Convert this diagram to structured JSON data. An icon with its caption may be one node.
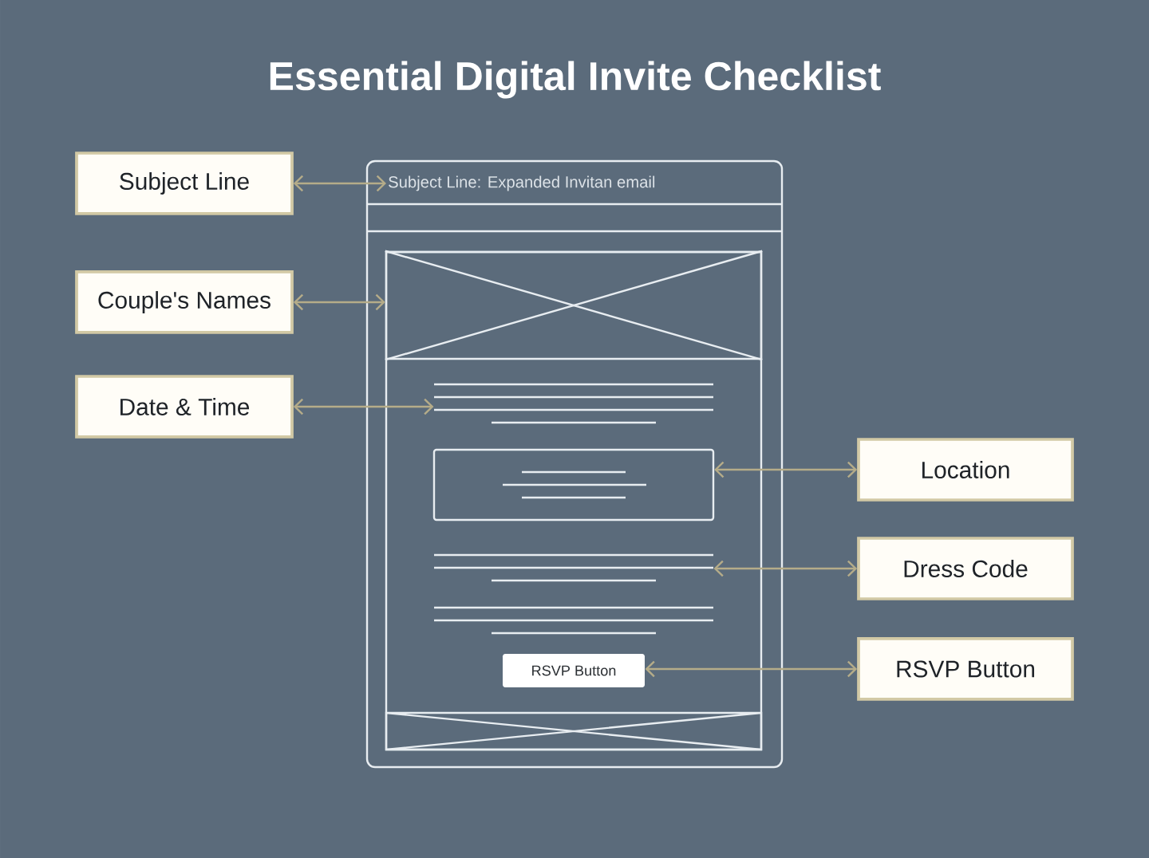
{
  "diagram": {
    "title": "Essential Digital Invite Checklist",
    "nodes": [
      {
        "text": [
          "Subject Line"
        ]
      },
      {
        "text": [],
        "shape": "box"
      },
      {
        "text": [
          "Subject Line: Expanded Invitan email"
        ],
        "in": 1
      },
      {
        "text": [
          "Couple's Names"
        ]
      },
      {
        "text": [],
        "shape": "box",
        "in": 1
      },
      {
        "text": [
          "Date & Time"
        ]
      },
      {
        "text": [],
        "shape": "lines",
        "in": 1
      },
      {
        "text": [],
        "shape": "box",
        "in": 1
      },
      {
        "text": [
          "Location"
        ]
      },
      {
        "text": [],
        "shape": "lines",
        "in": 1
      },
      {
        "text": [
          "Dress Code"
        ]
      },
      {
        "text": [
          "RSVP Button"
        ],
        "in": 1
      },
      {
        "text": [
          "RSVP Button"
        ]
      }
    ],
    "edges": [
      {
        "from": 0,
        "to": 2,
        "arrow": "both"
      },
      {
        "from": 3,
        "to": 4,
        "arrow": "both"
      },
      {
        "from": 5,
        "to": 6,
        "arrow": "both"
      },
      {
        "from": 8,
        "to": 7,
        "arrow": "both"
      },
      {
        "from": 10,
        "to": 9,
        "arrow": "both"
      },
      {
        "from": 12,
        "to": 11,
        "arrow": "both"
      }
    ]
  }
}
